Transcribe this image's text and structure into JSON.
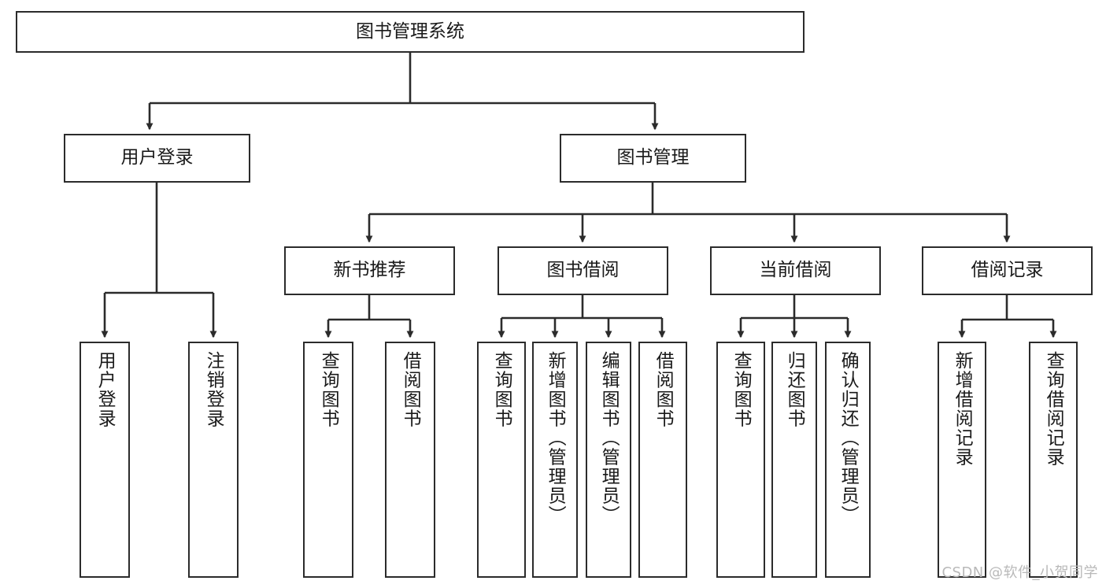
{
  "diagram": {
    "type": "tree",
    "title": "图书管理系统",
    "watermark": "CSDN @软件_小贺同学",
    "style": {
      "background": "#ffffff",
      "box_fill": "#ffffff",
      "box_border": "#2b2b2b",
      "edge_color": "#2b2b2b",
      "text_color": "#1a1a1a",
      "watermark_color": "#b9b9b9"
    },
    "nodes": {
      "root": {
        "label": "图书管理系统"
      },
      "level2": [
        {
          "label": "用户登录"
        },
        {
          "label": "图书管理"
        }
      ],
      "level3": [
        {
          "label": "新书推荐"
        },
        {
          "label": "图书借阅"
        },
        {
          "label": "当前借阅"
        },
        {
          "label": "借阅记录"
        }
      ],
      "leaves": {
        "user_login": [
          {
            "label": "用户登录"
          },
          {
            "label": "注销登录"
          }
        ],
        "new_book_recommend": [
          {
            "label": "查询图书"
          },
          {
            "label": "借阅图书"
          }
        ],
        "book_borrow": [
          {
            "label": "查询图书"
          },
          {
            "label": "新增图书（管理员）"
          },
          {
            "label": "编辑图书（管理员）"
          },
          {
            "label": "借阅图书"
          }
        ],
        "current_borrow": [
          {
            "label": "查询图书"
          },
          {
            "label": "归还图书"
          },
          {
            "label": "确认归还（管理员）"
          }
        ],
        "borrow_record": [
          {
            "label": "新增借阅记录"
          },
          {
            "label": "查询借阅记录"
          }
        ]
      }
    }
  }
}
